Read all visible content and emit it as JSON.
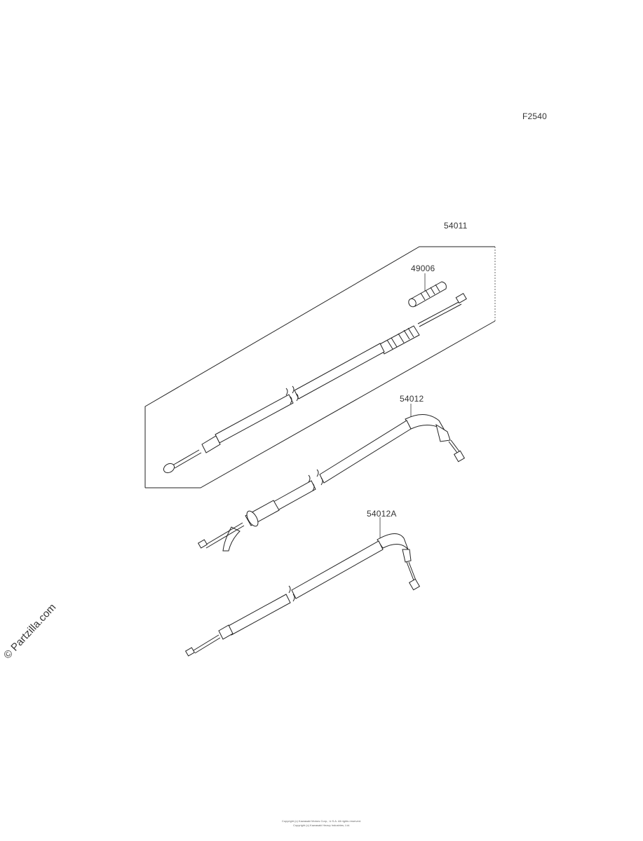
{
  "figure_code": "F2540",
  "parts": {
    "p54011": "54011",
    "p49006": "49006",
    "p54012": "54012",
    "p54012a": "54012A"
  },
  "watermark": "© Partzilla.com",
  "copyright_line_1": "Copyright (c) Kawasaki Motors Corp., U.S.A. All rights reserved.",
  "copyright_line_2": "Copyright (c) Kawasaki Heavy Industries, Ltd."
}
